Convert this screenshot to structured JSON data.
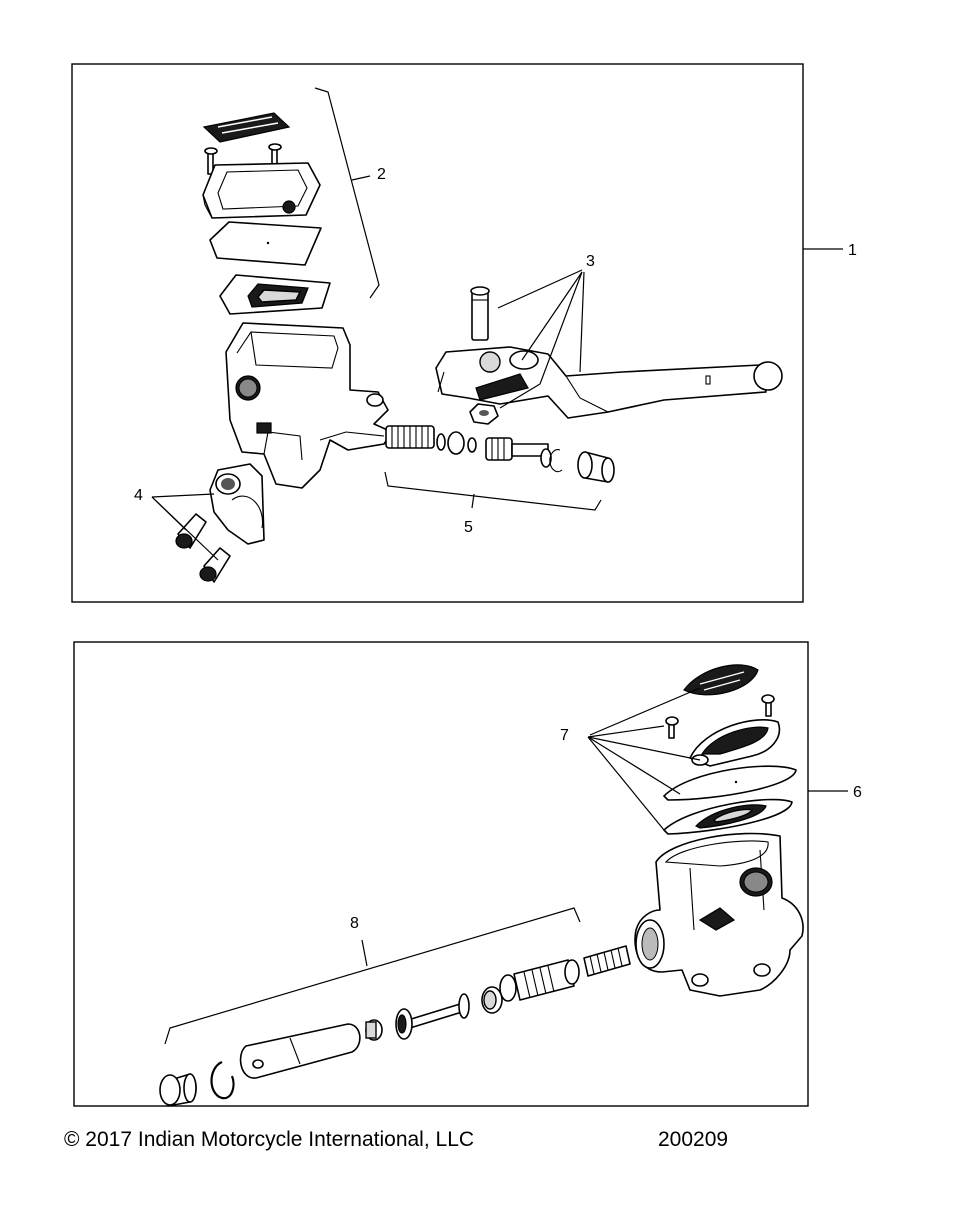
{
  "panels": [
    {
      "id": "upper",
      "assembly_callout": "1"
    },
    {
      "id": "lower",
      "assembly_callout": "6"
    }
  ],
  "callouts": {
    "c1": "1",
    "c2": "2",
    "c3": "3",
    "c4": "4",
    "c5": "5",
    "c6": "6",
    "c7": "7",
    "c8": "8"
  },
  "footer": {
    "copyright": "© 2017 Indian Motorcycle International, LLC",
    "doc_number": "200209"
  }
}
